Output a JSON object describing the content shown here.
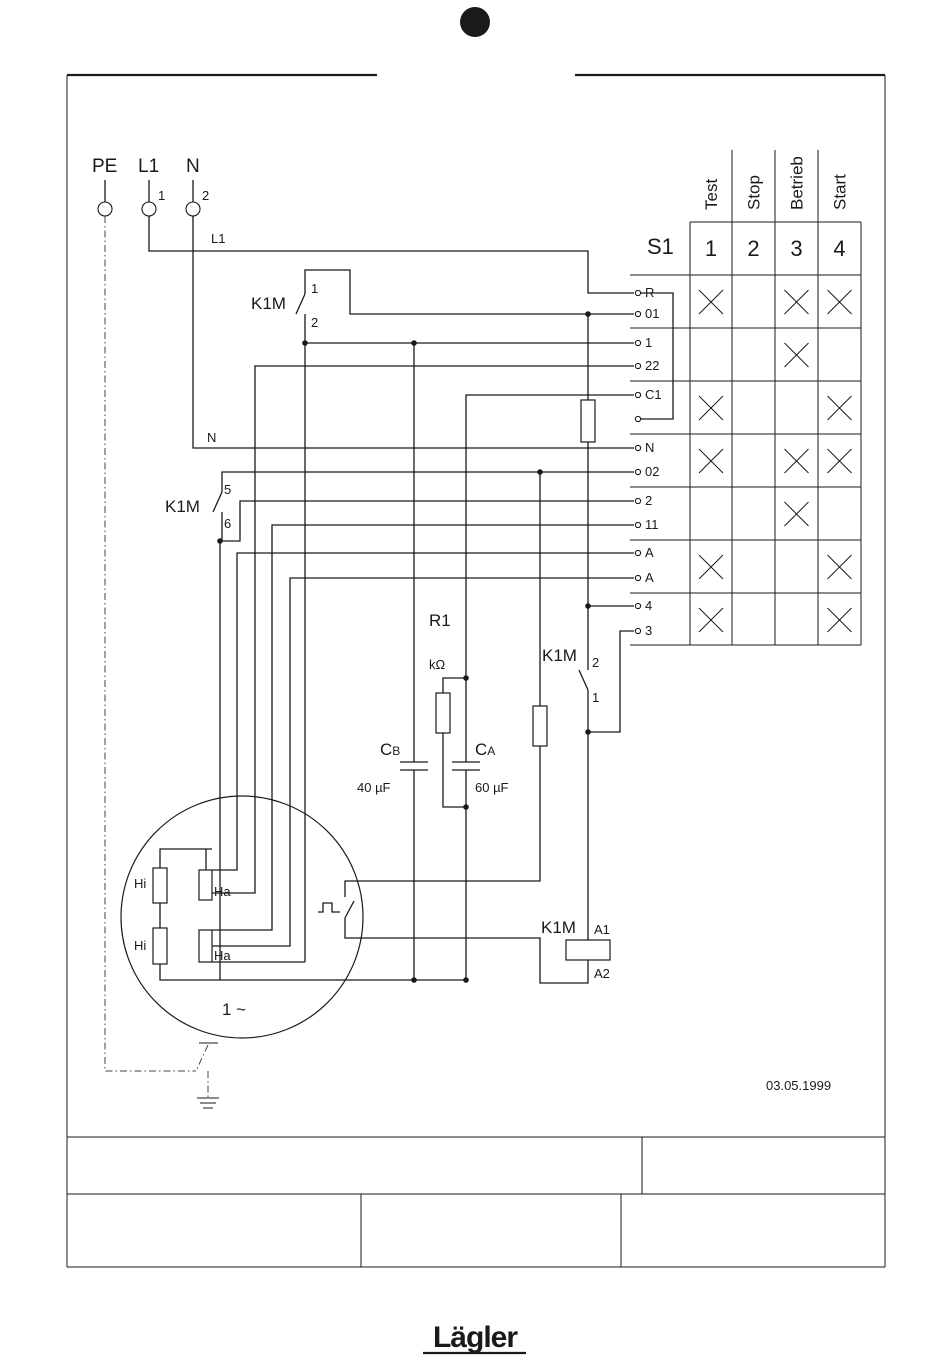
{
  "supply": {
    "pe": "PE",
    "l1": "L1",
    "n": "N",
    "l1_pin": "1",
    "n_pin": "2"
  },
  "wire_labels": {
    "l1": "L1",
    "n": "N"
  },
  "contactor": {
    "name": "K1M",
    "contact_12": [
      "1",
      "2"
    ],
    "contact_56": [
      "5",
      "6"
    ],
    "contact_21": [
      "2",
      "1"
    ],
    "coil": [
      "A1",
      "A2"
    ]
  },
  "switch": {
    "name": "S1",
    "positions": [
      "Test",
      "Stop",
      "Betrieb",
      "Start"
    ],
    "numbers": [
      "1",
      "2",
      "3",
      "4"
    ],
    "terminals": [
      "R",
      "01",
      "1",
      "22",
      "C1",
      "",
      "N",
      "02",
      "2",
      "11",
      "A",
      "A",
      "4",
      "3"
    ],
    "crosses": [
      [
        true,
        false,
        true,
        true
      ],
      [
        false,
        false,
        true,
        false
      ],
      [
        true,
        false,
        false,
        true
      ],
      [
        true,
        false,
        true,
        true
      ],
      [
        false,
        false,
        true,
        false
      ],
      [
        true,
        false,
        false,
        true
      ],
      [
        true,
        false,
        false,
        true
      ]
    ]
  },
  "components": {
    "r1": "R1",
    "r1_unit": "kΩ",
    "cb": {
      "main": "C",
      "sub": "B",
      "value": "40 µF"
    },
    "ca": {
      "main": "C",
      "sub": "A",
      "value": "60 µF"
    }
  },
  "motor": {
    "hi": "Hi",
    "ha": "Ha",
    "phase": "1 ~"
  },
  "date": "03.05.1999",
  "brand": "Lägler"
}
